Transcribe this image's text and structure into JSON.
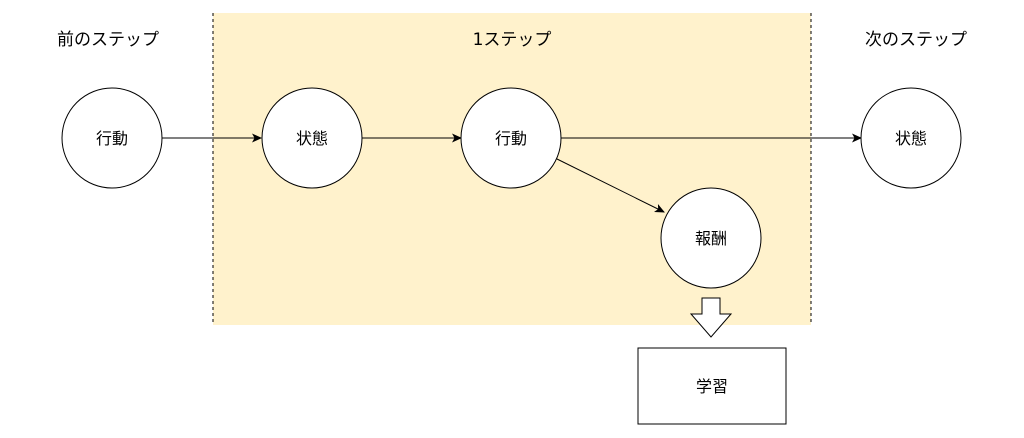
{
  "sections": {
    "previous_label": "前のステップ",
    "current_label": "1ステップ",
    "next_label": "次のステップ"
  },
  "nodes": {
    "prev_action": "行動",
    "state": "状態",
    "action": "行動",
    "reward": "報酬",
    "next_state": "状態"
  },
  "learning_box": "学習",
  "colors": {
    "step_region_fill": "#fff2cc",
    "stroke": "#000000",
    "background": "#ffffff"
  }
}
